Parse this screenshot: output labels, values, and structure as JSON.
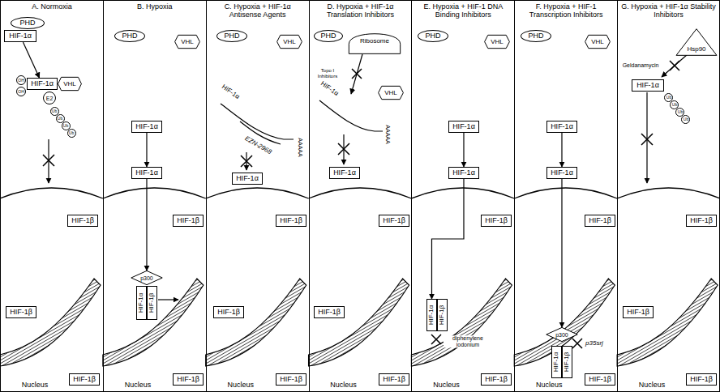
{
  "diagram": {
    "nodes": [
      {
        "text": [
          "A. Normoxia"
        ]
      },
      {
        "text": [
          "PHD"
        ],
        "in": 0
      },
      {
        "text": [
          "HIF-1α"
        ],
        "in": 0
      },
      {
        "text": [
          "OH"
        ],
        "in": 0
      },
      {
        "text": [
          "OH"
        ],
        "in": 0
      },
      {
        "text": [
          "HIF-1α"
        ],
        "in": 0
      },
      {
        "text": [
          "VHL"
        ],
        "in": 0
      },
      {
        "text": [
          "E2"
        ],
        "in": 0
      },
      {
        "text": [
          "Ub"
        ],
        "in": 0
      },
      {
        "text": [
          "Ub"
        ],
        "in": 0
      },
      {
        "text": [
          "Ub"
        ],
        "in": 0
      },
      {
        "text": [
          "Ub"
        ],
        "in": 0
      },
      {
        "text": [
          "HIF-1β"
        ],
        "in": 0
      },
      {
        "text": [
          "HIF-1β"
        ],
        "in": 0
      },
      {
        "text": [
          "HIF-1β"
        ],
        "in": 0
      },
      {
        "text": [
          "B. Hypoxia"
        ]
      },
      {
        "text": [
          "PHD"
        ],
        "in": 15
      },
      {
        "text": [
          "VHL"
        ],
        "in": 15
      },
      {
        "text": [
          "HIF-1α"
        ],
        "in": 15
      },
      {
        "text": [
          "HIF-1α"
        ],
        "in": 15
      },
      {
        "text": [
          "HIF-1β"
        ],
        "in": 15
      },
      {
        "text": [
          "p300"
        ],
        "in": 15
      },
      {
        "text": [
          "HIF-1α"
        ],
        "in": 15
      },
      {
        "text": [
          "HIF-1β"
        ],
        "in": 15
      },
      {
        "text": [
          "HIF-1β"
        ],
        "in": 15
      },
      {
        "text": [
          "C. Hypoxia + HIF-1α Antisense Agents"
        ]
      },
      {
        "text": [
          "PHD"
        ],
        "in": 25
      },
      {
        "text": [
          "VHL"
        ],
        "in": 25
      },
      {
        "text": [
          "HIF-1α"
        ],
        "in": 25
      },
      {
        "text": [
          "HIF-1β"
        ],
        "in": 25
      },
      {
        "text": [
          "HIF-1β"
        ],
        "in": 25
      },
      {
        "text": [
          "HIF-1β"
        ],
        "in": 25
      },
      {
        "text": [
          "D. Hypoxia + HIF-1α Translation Inhibitors"
        ]
      },
      {
        "text": [
          "PHD"
        ],
        "in": 32
      },
      {
        "text": [
          "Ribosome"
        ],
        "in": 32
      },
      {
        "text": [
          "VHL"
        ],
        "in": 32
      },
      {
        "text": [
          "HIF-1α"
        ],
        "in": 32
      },
      {
        "text": [
          "HIF-1β"
        ],
        "in": 32
      },
      {
        "text": [
          "HIF-1β"
        ],
        "in": 32
      },
      {
        "text": [
          "HIF-1β"
        ],
        "in": 32
      },
      {
        "text": [
          "E. Hypoxia + HIF-1 DNA Binding Inhibitors"
        ]
      },
      {
        "text": [
          "PHD"
        ],
        "in": 40
      },
      {
        "text": [
          "VHL"
        ],
        "in": 40
      },
      {
        "text": [
          "HIF-1α"
        ],
        "in": 40
      },
      {
        "text": [
          "HIF-1α"
        ],
        "in": 40
      },
      {
        "text": [
          "HIF-1β"
        ],
        "in": 40
      },
      {
        "text": [
          "HIF-1α"
        ],
        "in": 40
      },
      {
        "text": [
          "HIF-1β"
        ],
        "in": 40
      },
      {
        "text": [
          "HIF-1β"
        ],
        "in": 40
      },
      {
        "text": [
          "F. Hypoxia + HIF-1 Transcription Inhibitors"
        ]
      },
      {
        "text": [
          "PHD"
        ],
        "in": 49
      },
      {
        "text": [
          "VHL"
        ],
        "in": 49
      },
      {
        "text": [
          "HIF-1α"
        ],
        "in": 49
      },
      {
        "text": [
          "HIF-1α"
        ],
        "in": 49
      },
      {
        "text": [
          "HIF-1β"
        ],
        "in": 49
      },
      {
        "text": [
          "p300"
        ],
        "in": 49
      },
      {
        "text": [
          "HIF-1α"
        ],
        "in": 49
      },
      {
        "text": [
          "HIF-1β"
        ],
        "in": 49
      },
      {
        "text": [
          "HIF-1β"
        ],
        "in": 49
      },
      {
        "text": [
          "G. Hypoxia + HIF-1α Stability Inhibitors"
        ]
      },
      {
        "text": [
          "Hsp90"
        ],
        "in": 59
      },
      {
        "text": [
          "HIF-1α"
        ],
        "in": 59
      },
      {
        "text": [
          "Ub"
        ],
        "in": 59
      },
      {
        "text": [
          "Ub"
        ],
        "in": 59
      },
      {
        "text": [
          "Ub"
        ],
        "in": 59
      },
      {
        "text": [
          "Ub"
        ],
        "in": 59
      },
      {
        "text": [
          "HIF-1β"
        ],
        "in": 59
      },
      {
        "text": [
          "HIF-1β"
        ],
        "in": 59
      },
      {
        "text": [
          "HIF-1β"
        ],
        "in": 59
      }
    ],
    "edges": [
      {
        "from": 2,
        "to": 5,
        "arrow": "to"
      },
      {
        "from": 18,
        "to": 19,
        "arrow": "to"
      },
      {
        "from": 19,
        "to": 21,
        "arrow": "to"
      },
      {
        "from": 43,
        "to": 44,
        "arrow": "to"
      },
      {
        "from": 44,
        "to": 46,
        "arrow": "to"
      },
      {
        "from": 52,
        "to": 53,
        "arrow": "to"
      },
      {
        "from": 53,
        "to": 55,
        "arrow": "to"
      }
    ],
    "labels": [
      "Nucleus",
      "Nucleus",
      "HIF-1α",
      "EZN-2968",
      "AAAAA",
      "Nucleus",
      "Topo I Inhibitors",
      "HIF-1α",
      "AAAAA",
      "Nucleus",
      "diphenylene iodonium",
      "Nucleus",
      "p35srj",
      "Nucleus",
      "Geldanamycin",
      "Nucleus"
    ]
  }
}
